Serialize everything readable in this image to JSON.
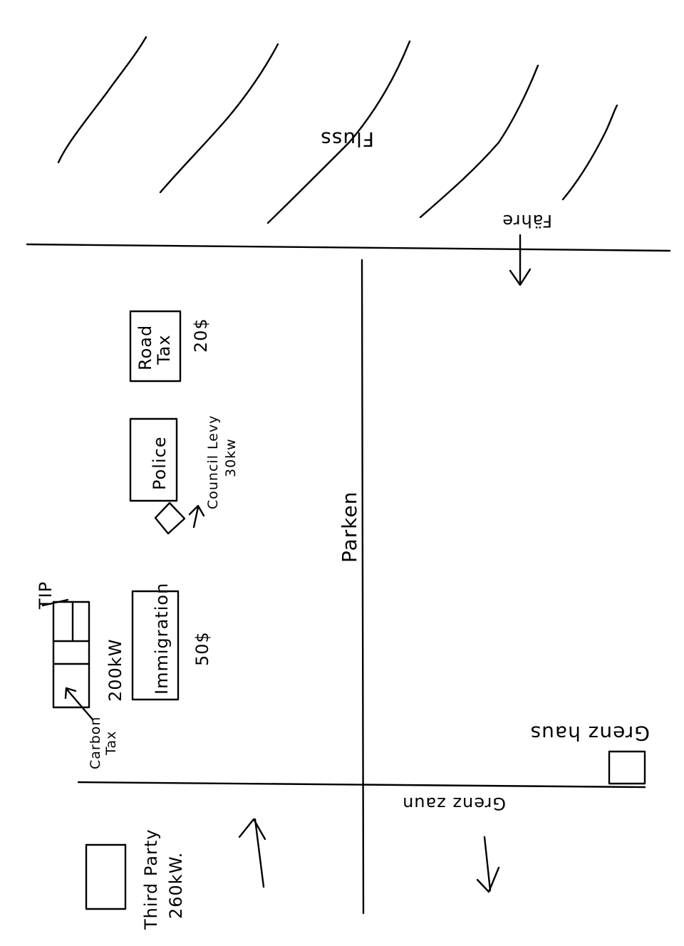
{
  "labels": {
    "fluss": "Fluss",
    "fahre": "Fähre",
    "parken": "Parken",
    "road_tax": "Road Tax",
    "road_tax_line1": "Road",
    "road_tax_line2": "Tax",
    "road_tax_price": "20$",
    "police": "Police",
    "council_levy": "Council Levy",
    "council_levy_amount": "30kw",
    "tip": "TIP",
    "immigration": "Immigration",
    "immigration_price": "50$",
    "carbon_tax_line1": "Carbon",
    "carbon_tax_line2": "Tax",
    "carbon_tax_amount": "200kW",
    "third_party_line1": "Third Party",
    "third_party_line2": "260kW.",
    "grenzhaus": "Grenz haus",
    "grenzzaun": "Grenz zaun"
  },
  "icons": [
    "river-waves-icon",
    "ferry-arrow-icon",
    "traffic-direction-arrow-icon",
    "council-levy-diamond-icon"
  ]
}
